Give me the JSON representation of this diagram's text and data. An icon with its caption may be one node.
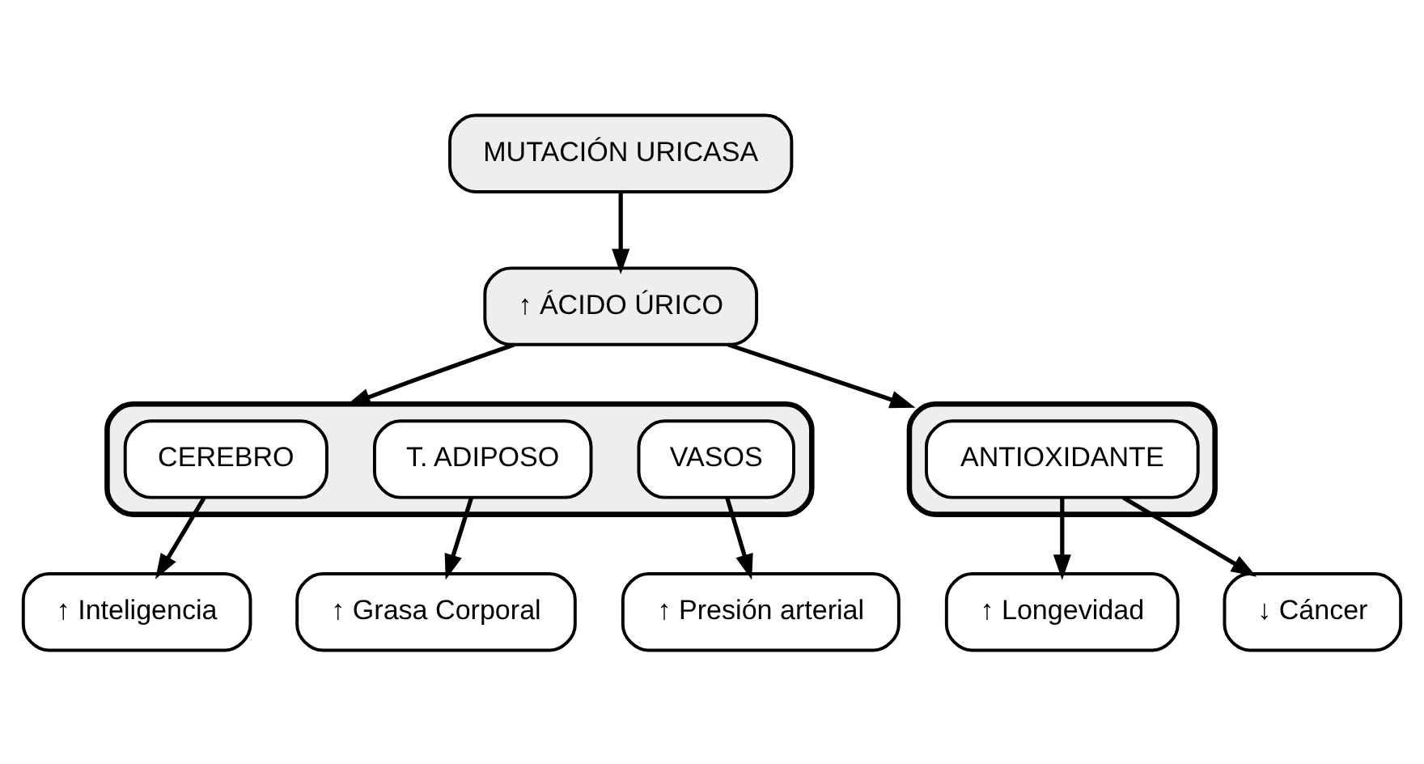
{
  "diagram": {
    "nodes": [
      {
        "text": [
          "MUTACIÓN URICASA"
        ]
      },
      {
        "text": [
          "↑ ÁCIDO ÚRICO"
        ]
      },
      {
        "text": [],
        "shape": "box"
      },
      {
        "text": [
          "ANTIOXIDANTE"
        ],
        "in": 2
      },
      {
        "text": [],
        "shape": "box"
      },
      {
        "text": [
          "CEREBRO"
        ],
        "in": 4
      },
      {
        "text": [
          "T. ADIPOSO"
        ],
        "in": 4
      },
      {
        "text": [
          "VASOS"
        ],
        "in": 4
      },
      {
        "text": [
          "↑ Inteligencia"
        ]
      },
      {
        "text": [
          "↑ Grasa Corporal"
        ]
      },
      {
        "text": [
          "↑ Presión arterial"
        ]
      },
      {
        "text": [
          "↑ Longevidad"
        ]
      },
      {
        "text": [
          "↓ Cáncer"
        ]
      }
    ],
    "edges": [
      {
        "from": 0,
        "to": 1,
        "arrow": "to"
      },
      {
        "from": 1,
        "to": 2,
        "arrow": "to"
      },
      {
        "from": 1,
        "to": 4,
        "arrow": "to"
      },
      {
        "from": 5,
        "to": 8,
        "arrow": "to"
      },
      {
        "from": 6,
        "to": 9,
        "arrow": "to"
      },
      {
        "from": 7,
        "to": 10,
        "arrow": "to"
      },
      {
        "from": 3,
        "to": 11,
        "arrow": "to"
      },
      {
        "from": 3,
        "to": 12,
        "arrow": "to"
      }
    ]
  }
}
